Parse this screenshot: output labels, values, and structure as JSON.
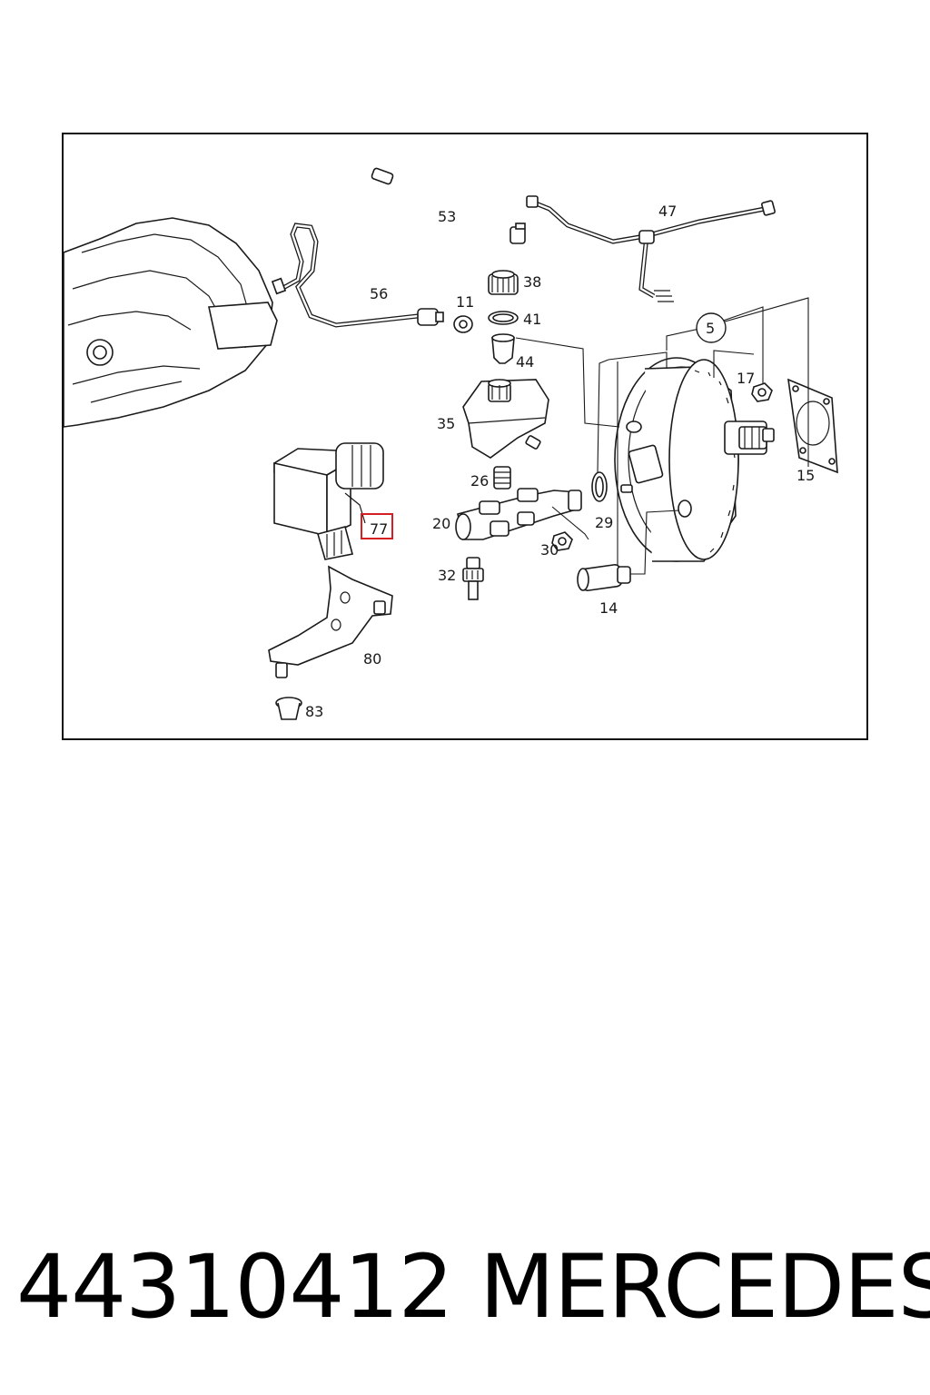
{
  "diagram": {
    "callouts": {
      "c53": "53",
      "c47": "47",
      "c56": "56",
      "c11": "11",
      "c38": "38",
      "c41": "41",
      "c44": "44",
      "c5": "5",
      "c17": "17",
      "c35": "35",
      "c15": "15",
      "c26": "26",
      "c20": "20",
      "c29": "29",
      "c30": "30",
      "c32": "32",
      "c14": "14",
      "c80": "80",
      "c83": "83",
      "c77": "77"
    },
    "highlight_color": "#d42020"
  },
  "footer": {
    "part_number": "44310412",
    "brand": "MERCEDES"
  }
}
